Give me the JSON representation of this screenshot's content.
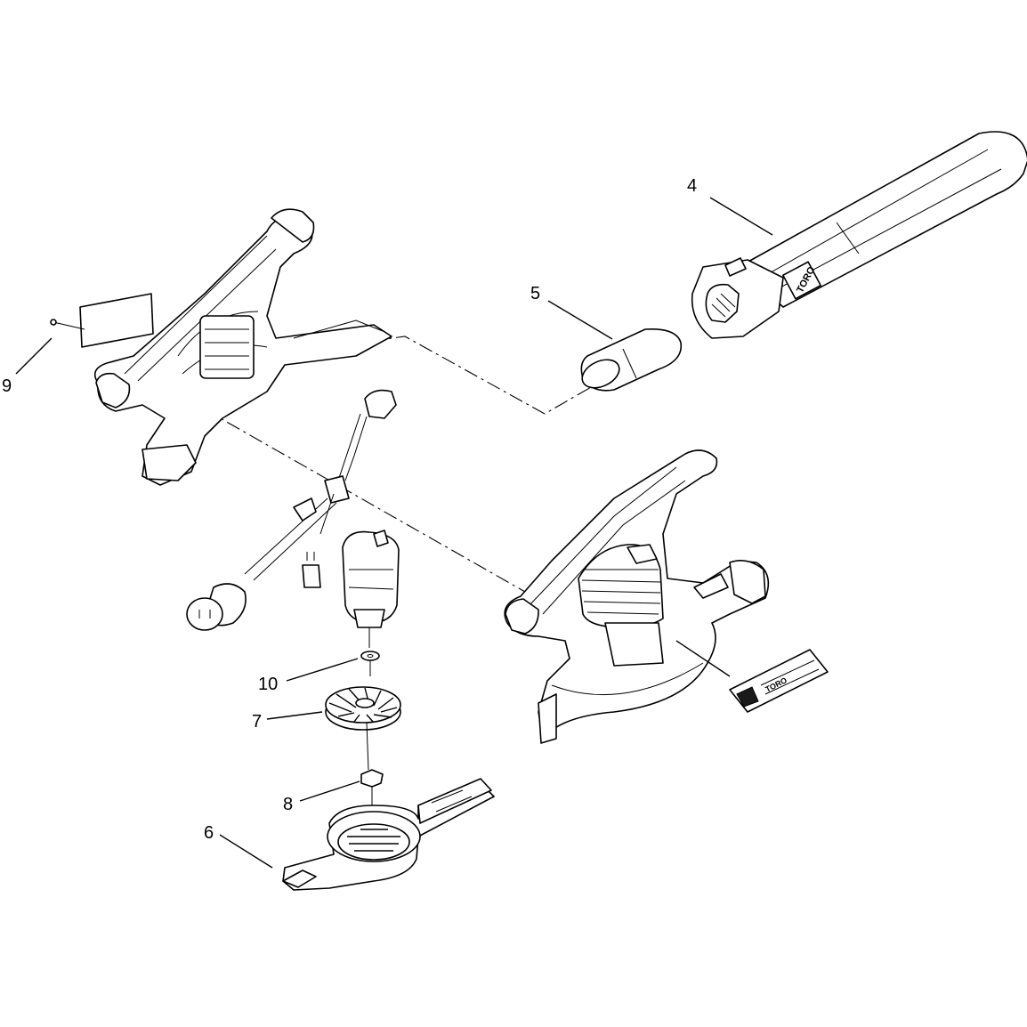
{
  "callouts": {
    "c4": "4",
    "c5": "5",
    "c6": "6",
    "c7": "7",
    "c8": "8",
    "c9": "9",
    "c10": "10"
  },
  "decal_text": {
    "tube_logo": "TORO",
    "housing_logo": "TORO"
  }
}
